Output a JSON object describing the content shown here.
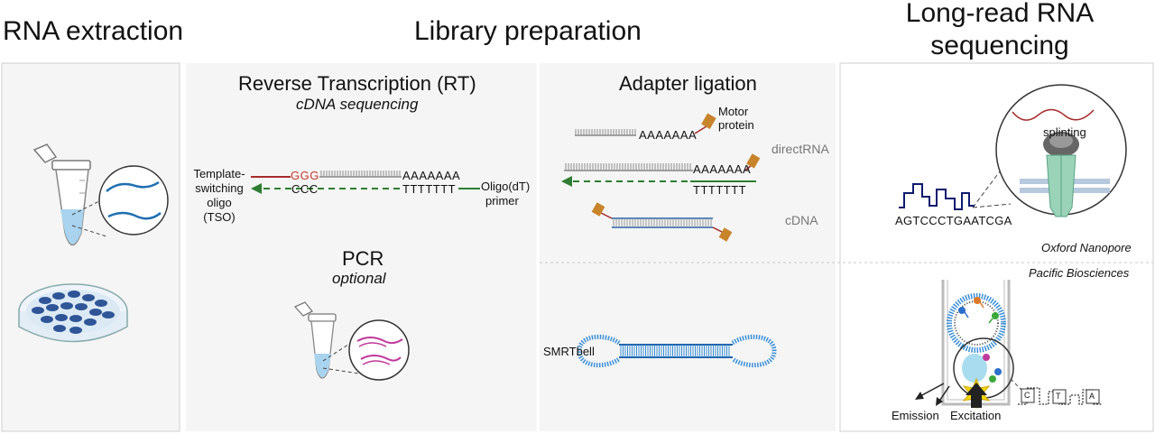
{
  "headers": {
    "rna_extraction": "RNA extraction",
    "library_preparation": "Library preparation",
    "long_read_line1": "Long-read RNA",
    "long_read_line2": "sequencing"
  },
  "rt_panel": {
    "title": "Reverse Transcription (RT)",
    "subtitle": "cDNA sequencing",
    "tso_label": [
      "Template-",
      "switching",
      "oligo",
      "(TSO)"
    ],
    "ggg": "GGG",
    "ccc": "CCC",
    "polyA": "AAAAAAA",
    "polyT": "TTTTTTT",
    "oligo_dt_label": [
      "Oligo(dT)",
      "primer"
    ],
    "pcr_title": "PCR",
    "pcr_subtitle": "optional"
  },
  "adapter_panel": {
    "title": "Adapter ligation",
    "motor_label": [
      "Motor",
      "protein"
    ],
    "polyA_top": "AAAAAAA",
    "direct_rna": "directRNA",
    "polyA_mid": "AAAAAAA",
    "polyT_mid": "TTTTTTT",
    "cdna": "cDNA",
    "smrtbell": "SMRTbell"
  },
  "sequencing_panel": {
    "splinting": "splinting",
    "sequence": "AGTCCCTGAATCGA",
    "oxford": "Oxford Nanopore",
    "pacbio": "Pacific Biosciences",
    "emission": "Emission",
    "excitation": "Excitation",
    "bases": [
      "C",
      "T",
      "A"
    ]
  },
  "colors": {
    "panel_fill": "#f5f5f5",
    "panel_border": "#cfcfcf",
    "rna_red": "#a52a2a",
    "ggg_red": "#c0392b",
    "dna_green": "#2e7d32",
    "strand_gray": "#8a8a8a",
    "tube_liquid": "#a9d3ee",
    "dish_cells": "#2f5597",
    "smrt_blue": "#3a8fd8",
    "nanopore_blue": "#0d1b6e",
    "pore_green": "#9ad3b8",
    "motor_orange": "#c8842a",
    "star_yellow": "#f5d90a"
  }
}
